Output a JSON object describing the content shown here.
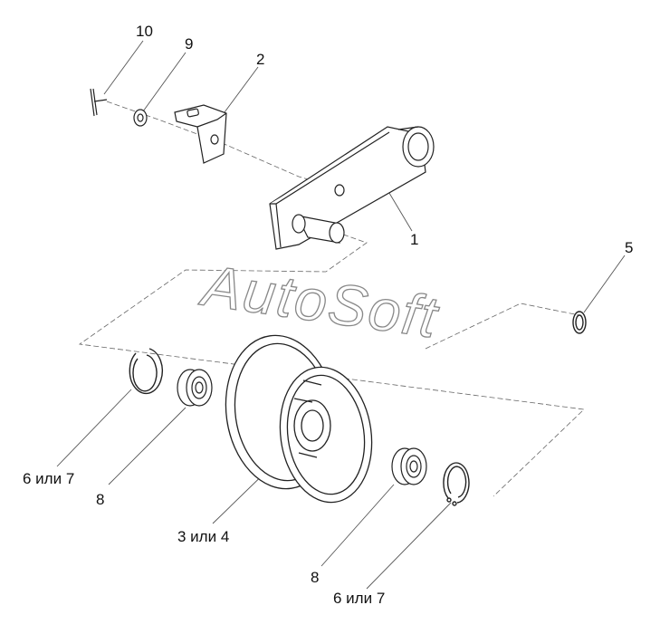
{
  "parts": {
    "p1": "1",
    "p2": "2",
    "p3": "3 или 4",
    "p5": "5",
    "p6a": "6 или 7",
    "p6b": "6 или 7",
    "p8a": "8",
    "p8b": "8",
    "p9": "9",
    "p10": "10"
  },
  "watermark": "AutoSoft",
  "colors": {
    "line": "#222222",
    "leader": "#555555"
  }
}
